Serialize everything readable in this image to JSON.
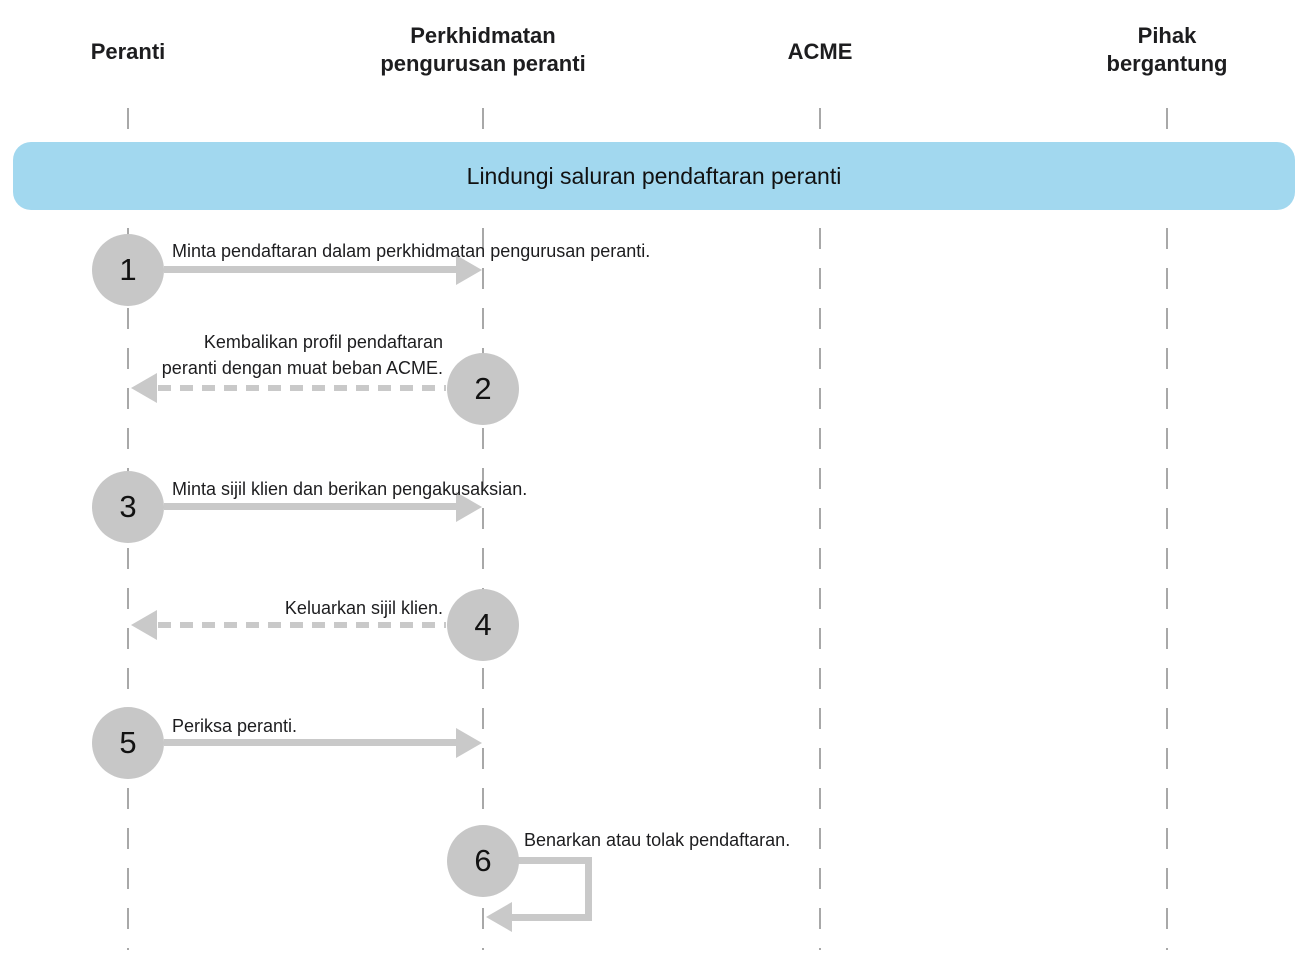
{
  "actors": [
    {
      "line1": "Peranti",
      "line2": ""
    },
    {
      "line1": "Perkhidmatan",
      "line2": "pengurusan peranti"
    },
    {
      "line1": "ACME",
      "line2": ""
    },
    {
      "line1": "Pihak",
      "line2": "bergantung"
    }
  ],
  "banner": {
    "label": "Lindungi saluran pendaftaran peranti"
  },
  "steps": [
    {
      "num": "1",
      "label": "Minta pendaftaran dalam perkhidmatan pengurusan peranti.",
      "from": "Peranti",
      "to": "Perkhidmatan pengurusan peranti",
      "style": "solid-right"
    },
    {
      "num": "2",
      "label_line1": "Kembalikan profil pendaftaran",
      "label_line2": "peranti dengan muat beban ACME.",
      "from": "Perkhidmatan pengurusan peranti",
      "to": "Peranti",
      "style": "dashed-left"
    },
    {
      "num": "3",
      "label": "Minta sijil klien dan berikan pengakusaksian.",
      "from": "Peranti",
      "to": "Perkhidmatan pengurusan peranti",
      "style": "solid-right"
    },
    {
      "num": "4",
      "label": "Keluarkan sijil klien.",
      "from": "Perkhidmatan pengurusan peranti",
      "to": "Peranti",
      "style": "dashed-left"
    },
    {
      "num": "5",
      "label": "Periksa peranti.",
      "from": "Peranti",
      "to": "Perkhidmatan pengurusan peranti",
      "style": "solid-right"
    },
    {
      "num": "6",
      "label": "Benarkan atau tolak pendaftaran.",
      "from": "Perkhidmatan pengurusan peranti",
      "to": "Perkhidmatan pengurusan peranti",
      "style": "self-loop"
    }
  ],
  "colors": {
    "banner_bg": "#a2d8ef",
    "circle": "#c7c7c7",
    "arrow": "#c9c9c9",
    "lifeline": "#a8a8a8",
    "text": "#1d1d1f"
  }
}
